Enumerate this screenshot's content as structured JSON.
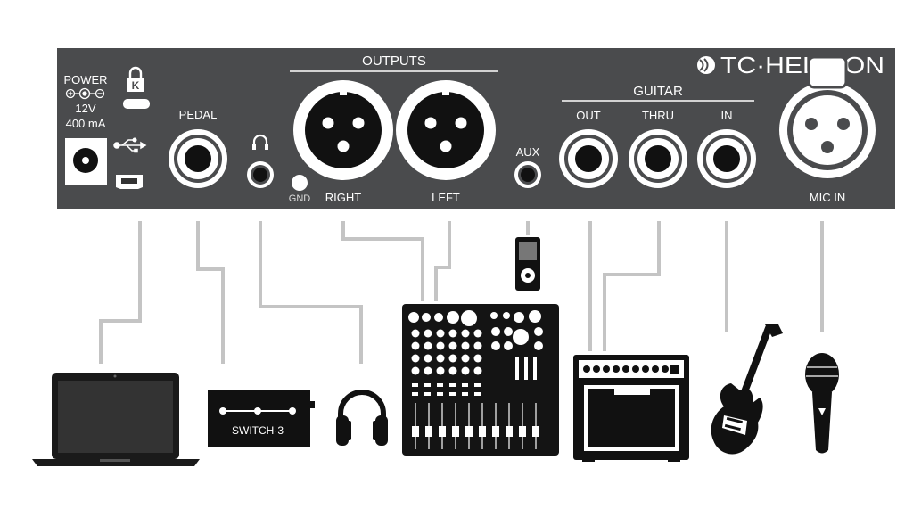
{
  "brand": {
    "name": "TC·HELICON"
  },
  "panel": {
    "color": "#4a4b4d",
    "power": {
      "title": "POWER",
      "voltage": "12V",
      "current": "400 mA"
    },
    "outputs_title": "OUTPUTS",
    "guitar_title": "GUITAR",
    "pedal": "PEDAL",
    "gnd": "GND",
    "right": "RIGHT",
    "left": "LEFT",
    "aux": "AUX",
    "guitar_out": "OUT",
    "guitar_thru": "THRU",
    "guitar_in": "IN",
    "mic_in": "MIC IN"
  },
  "devices": {
    "footswitch_label": "SWITCH·3"
  },
  "icons": {
    "power_polarity": "power-polarity-icon",
    "kensington": "kensington-lock-icon",
    "usb": "usb-icon",
    "headphone": "headphone-icon"
  },
  "colors": {
    "wire": "#c4c4c4",
    "device": "#141414",
    "text_on_panel": "#ffffff"
  }
}
